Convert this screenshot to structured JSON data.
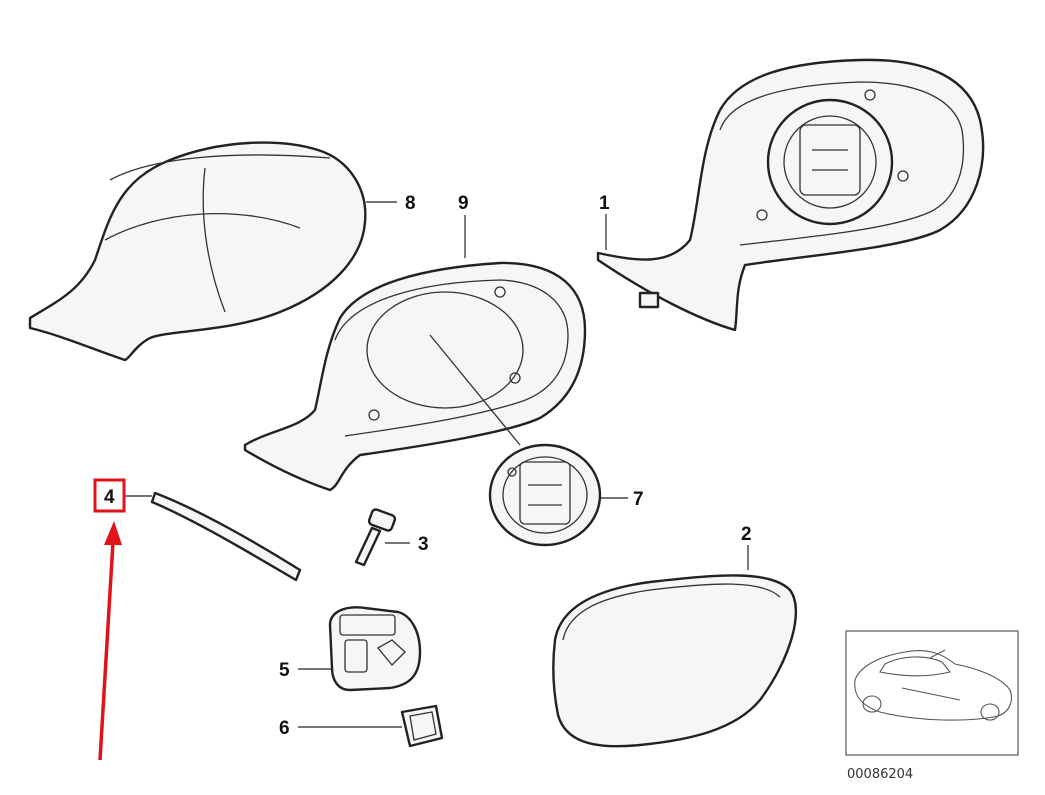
{
  "diagram": {
    "reference_number": "00086204",
    "highlight_color": "#e0131b",
    "callouts": [
      {
        "id": "1",
        "label": "1",
        "part": "mirror-housing-assembly"
      },
      {
        "id": "2",
        "label": "2",
        "part": "mirror-glass"
      },
      {
        "id": "3",
        "label": "3",
        "part": "screw"
      },
      {
        "id": "4",
        "label": "4",
        "part": "gasket-strip",
        "highlighted": true
      },
      {
        "id": "5",
        "label": "5",
        "part": "mirror-switch"
      },
      {
        "id": "6",
        "label": "6",
        "part": "switch-cap"
      },
      {
        "id": "7",
        "label": "7",
        "part": "mirror-motor"
      },
      {
        "id": "8",
        "label": "8",
        "part": "mirror-cover-cap"
      },
      {
        "id": "9",
        "label": "9",
        "part": "mirror-frame"
      }
    ]
  }
}
